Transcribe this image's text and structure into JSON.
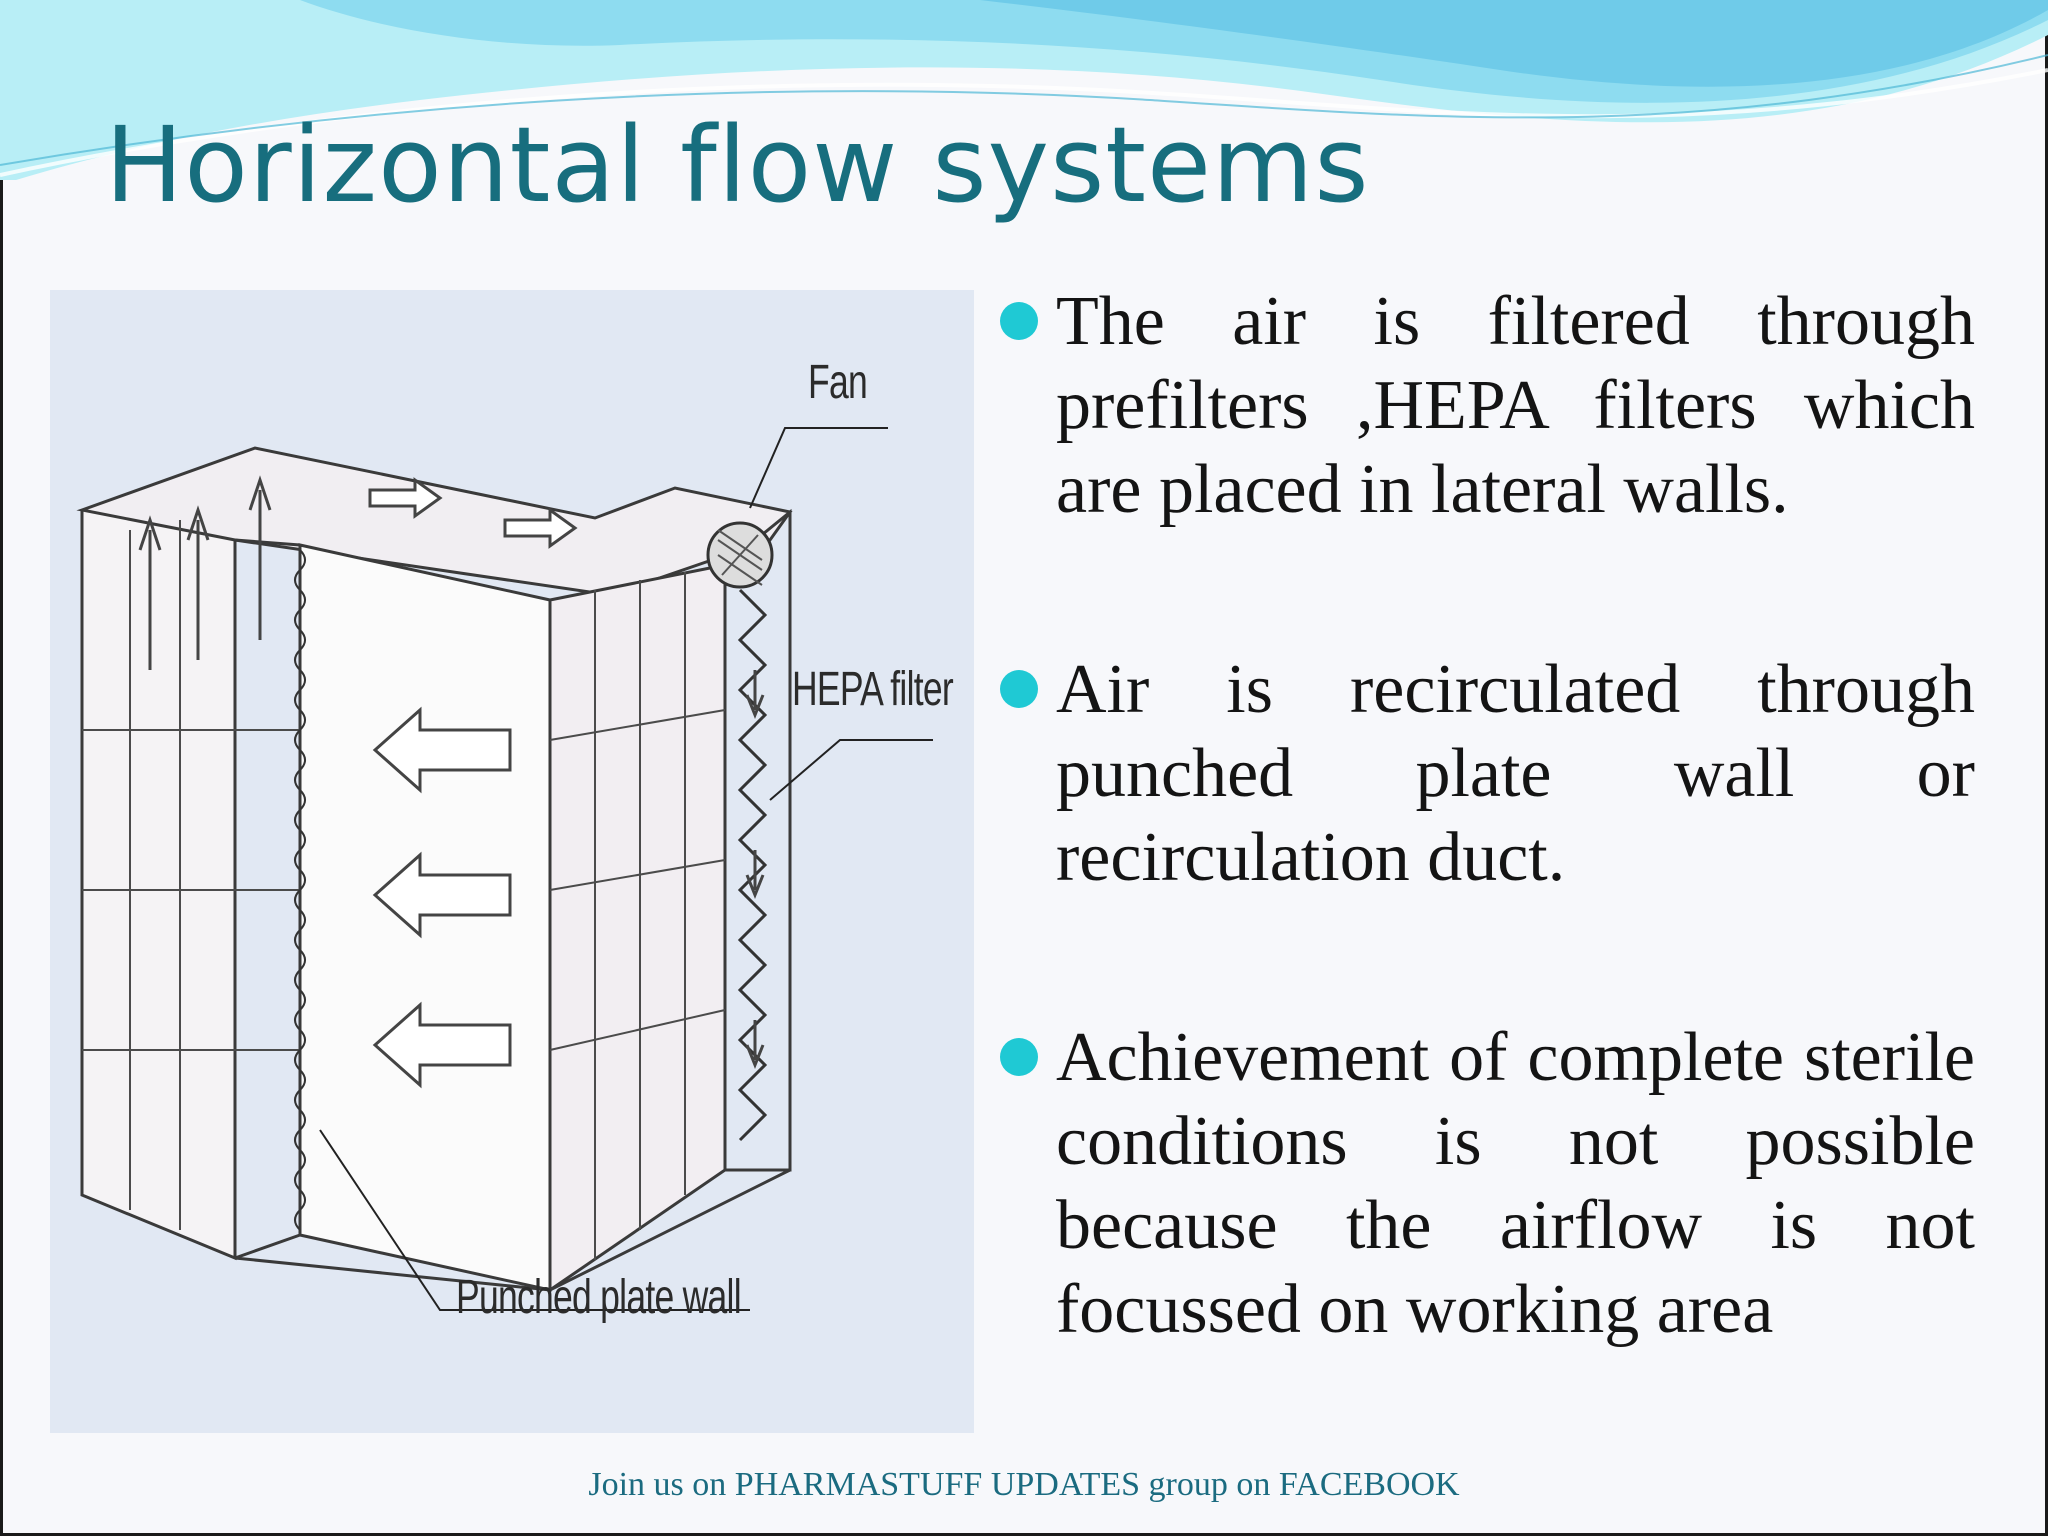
{
  "slide": {
    "title": "Horizontal flow systems",
    "footer": "Join us on PHARMASTUFF UPDATES group on FACEBOOK",
    "colors": {
      "title": "#176e7e",
      "bullet_dot": "#1fc9d4",
      "footer": "#1b6b80",
      "wave_light": "#9fe6f0",
      "wave_dark": "#5cc2e2"
    }
  },
  "figure": {
    "labels": {
      "fan": "Fan",
      "hepa": "HEPA filter",
      "plate": "Punched plate wall"
    }
  },
  "bullets": [
    {
      "text": "The air is filtered through prefilters ,HEPA filters which are placed in lateral walls."
    },
    {
      "text": "Air is recirculated  through punched plate wall or recirculation duct."
    },
    {
      "text": "Achievement of complete sterile conditions is not possible because the airflow is not focussed on working area"
    }
  ]
}
